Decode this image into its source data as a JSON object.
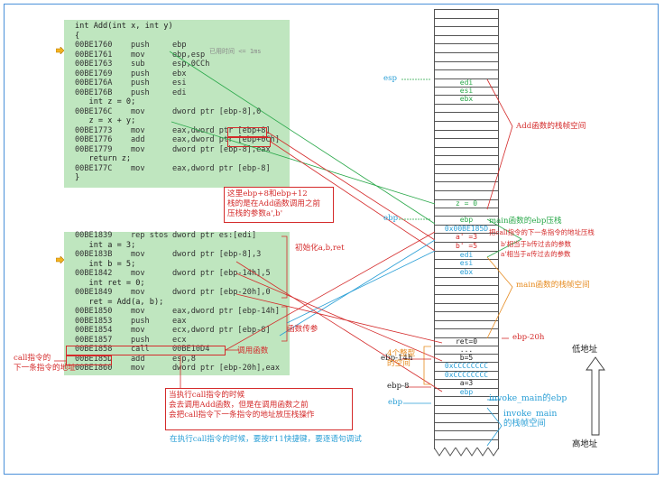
{
  "top_panel": {
    "hint": "已用时间 <= 1ms",
    "lines": [
      {
        "kind": "src",
        "text": "int Add(int x, int y)"
      },
      {
        "kind": "src",
        "text": "{"
      },
      {
        "kind": "asm",
        "addr": "00BE1760",
        "op": "push",
        "arg": "ebp"
      },
      {
        "kind": "asm",
        "addr": "00BE1761",
        "op": "mov",
        "arg": "ebp,esp"
      },
      {
        "kind": "asm",
        "addr": "00BE1763",
        "op": "sub",
        "arg": "esp,0CCh"
      },
      {
        "kind": "asm",
        "addr": "00BE1769",
        "op": "push",
        "arg": "ebx"
      },
      {
        "kind": "asm",
        "addr": "00BE176A",
        "op": "push",
        "arg": "esi"
      },
      {
        "kind": "asm",
        "addr": "00BE176B",
        "op": "push",
        "arg": "edi"
      },
      {
        "kind": "src",
        "text": "   int z = 0;"
      },
      {
        "kind": "asm",
        "addr": "00BE176C",
        "op": "mov",
        "arg": "dword ptr [ebp-8],0"
      },
      {
        "kind": "src",
        "text": "   z = x + y;"
      },
      {
        "kind": "asm",
        "addr": "00BE1773",
        "op": "mov",
        "arg": "eax,dword ptr [ebp+8]"
      },
      {
        "kind": "asm",
        "addr": "00BE1776",
        "op": "add",
        "arg": "eax,dword ptr [ebp+0Ch]"
      },
      {
        "kind": "asm",
        "addr": "00BE1779",
        "op": "mov",
        "arg": "dword ptr [ebp-8],eax"
      },
      {
        "kind": "src",
        "text": "   return z;"
      },
      {
        "kind": "asm",
        "addr": "00BE177C",
        "op": "mov",
        "arg": "eax,dword ptr [ebp-8]"
      },
      {
        "kind": "src",
        "text": "}"
      }
    ]
  },
  "bottom_panel": {
    "lines": [
      {
        "kind": "asm",
        "addr": "00BE1839",
        "op": "rep stos",
        "arg": "dword ptr es:[edi]"
      },
      {
        "kind": "src",
        "text": "   int a = 3;"
      },
      {
        "kind": "asm",
        "addr": "00BE183B",
        "op": "mov",
        "arg": "dword ptr [ebp-8],3"
      },
      {
        "kind": "src",
        "text": "   int b = 5;"
      },
      {
        "kind": "asm",
        "addr": "00BE1842",
        "op": "mov",
        "arg": "dword ptr [ebp-14h],5"
      },
      {
        "kind": "src",
        "text": "   int ret = 0;"
      },
      {
        "kind": "asm",
        "addr": "00BE1849",
        "op": "mov",
        "arg": "dword ptr [ebp-20h],0"
      },
      {
        "kind": "src",
        "text": "   ret = Add(a, b);"
      },
      {
        "kind": "asm",
        "addr": "00BE1850",
        "op": "mov",
        "arg": "eax,dword ptr [ebp-14h]"
      },
      {
        "kind": "asm",
        "addr": "00BE1853",
        "op": "push",
        "arg": "eax"
      },
      {
        "kind": "asm",
        "addr": "00BE1854",
        "op": "mov",
        "arg": "ecx,dword ptr [ebp-8]"
      },
      {
        "kind": "asm",
        "addr": "00BE1857",
        "op": "push",
        "arg": "ecx"
      },
      {
        "kind": "asm",
        "addr": "00BE1858",
        "op": "call",
        "arg": "00BE10D4"
      },
      {
        "kind": "asm",
        "addr": "00BE185D",
        "op": "add",
        "arg": "esp,8"
      },
      {
        "kind": "asm",
        "addr": "00BE1860",
        "op": "mov",
        "arg": "dword ptr [ebp-20h],eax"
      }
    ]
  },
  "stack_cells": [
    {
      "text": "edi",
      "color": "#2aa84a"
    },
    {
      "text": "esi",
      "color": "#2aa84a"
    },
    {
      "text": "ebx",
      "color": "#2aa84a"
    },
    {
      "text": "z = 0",
      "color": "#2aa84a"
    },
    {
      "text": "ebp",
      "color": "#2aa84a"
    },
    {
      "text": "0x00BE185D",
      "color": "#2a9fd6"
    },
    {
      "text": "a' =3",
      "color": "#d42a2a"
    },
    {
      "text": "b' =5",
      "color": "#d42a2a"
    },
    {
      "text": "edi",
      "color": "#2a9fd6"
    },
    {
      "text": "esi",
      "color": "#2a9fd6"
    },
    {
      "text": "ebx",
      "color": "#2a9fd6"
    },
    {
      "text": "ret=0",
      "color": "#222222"
    },
    {
      "text": "...",
      "color": "#222222"
    },
    {
      "text": "b=5",
      "color": "#222222"
    },
    {
      "text": "0xCCCCCCCC",
      "color": "#2a9fd6"
    },
    {
      "text": "0xCCCCCCCC",
      "color": "#2a9fd6"
    },
    {
      "text": "a=3",
      "color": "#222222"
    },
    {
      "text": "ebp",
      "color": "#2a9fd6"
    }
  ],
  "pointers": {
    "esp": "esp",
    "ebp_add": "ebp",
    "ebp_main": "ebp",
    "ebp_minus_20h": "ebp-20h",
    "ebp_minus_14h": "ebp-14h",
    "ebp_minus_8": "ebp-8"
  },
  "notes": {
    "add_frame": "Add函数的栈帧空间",
    "main_ebp_push": "main函数的ebp压栈",
    "call_next_push": "把call指令的下一条指令的地址压栈",
    "b_prime": "b'相当于b传过去的参数",
    "a_prime": "a'相当于a传过去的参数",
    "main_frame": "main函数的栈帧空间",
    "ebp8_12": "这里ebp+8和ebp+12\n栈的是在Add函数调用之前\n压栈的参数a',b'",
    "init_abret": "初始化a,b,ret",
    "param_pass": "函数传参",
    "call_func": "调用函数",
    "call_next_addr": "call指令的\n下一条指令的地址",
    "call_explain": "当执行call指令的时候\n会去调用Add函数，但是在调用函数之前\n会把call指令下一条指令的地址放压栈操作",
    "f11_tip": "在执行call指令的时候，要按F11快捷键，要逐语句调试",
    "four_int": "4个整型\n的空间",
    "invoke_main_ebp": "invoke_main的ebp",
    "invoke_main_frame": "invoke_main\n的栈帧空间",
    "low_addr": "低地址",
    "high_addr": "高地址"
  }
}
